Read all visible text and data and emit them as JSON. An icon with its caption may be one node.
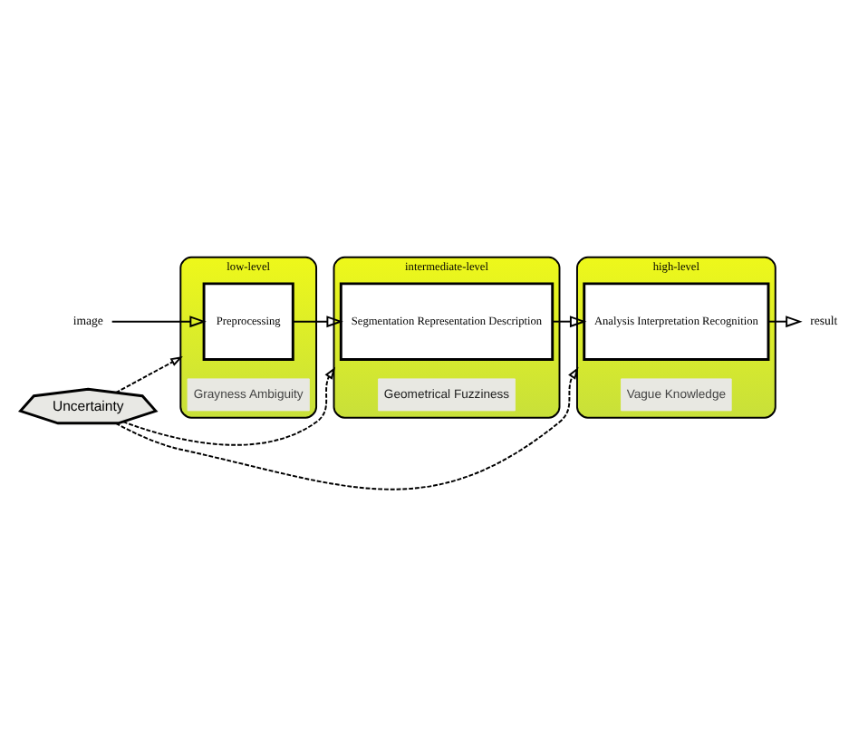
{
  "diagram": {
    "nodes": [
      {
        "text": [
          "image"
        ]
      },
      {
        "text": [
          "low-level"
        ]
      },
      {
        "text": [
          "Preprocessing"
        ],
        "in": 1
      },
      {
        "text": [
          "Grayness Ambiguity"
        ],
        "in": 1
      },
      {
        "text": [
          "intermediate-level"
        ]
      },
      {
        "text": [
          "Segmentation Representation Description"
        ],
        "in": 4
      },
      {
        "text": [
          "Geometrical Fuzziness"
        ],
        "in": 4
      },
      {
        "text": [
          "high-level"
        ]
      },
      {
        "text": [
          "Analysis Interpretation Recognition"
        ],
        "in": 7
      },
      {
        "text": [
          "Vague Knowledge"
        ],
        "in": 7
      },
      {
        "text": [
          "result"
        ]
      },
      {
        "text": [
          "Uncertainty"
        ]
      }
    ],
    "edges": [
      {
        "from": 0,
        "to": 2,
        "arrow": "to"
      },
      {
        "from": 2,
        "to": 5,
        "arrow": "to"
      },
      {
        "from": 5,
        "to": 8,
        "arrow": "to"
      },
      {
        "from": 8,
        "to": 10,
        "arrow": "to"
      },
      {
        "from": 11,
        "to": 1,
        "arrow": "to",
        "style": "dashed"
      },
      {
        "from": 11,
        "to": 4,
        "arrow": "to",
        "style": "dashed"
      },
      {
        "from": 11,
        "to": 7,
        "arrow": "to",
        "style": "dashed"
      }
    ]
  }
}
